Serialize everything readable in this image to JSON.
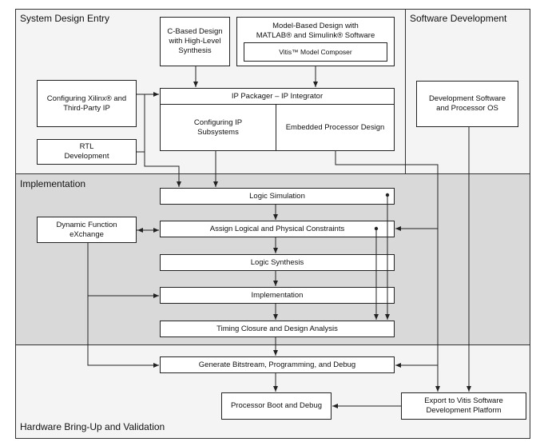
{
  "regions": {
    "system_design_entry": "System Design Entry",
    "software_development": "Software Development",
    "implementation": "Implementation",
    "hardware_bringup": "Hardware Bring-Up and Validation"
  },
  "boxes": {
    "c_based": "C-Based Design\nwith High-Level\nSynthesis",
    "model_based": "Model-Based Design with\nMATLAB® and Simulink® Software",
    "vitis_model_composer": "Vitis™ Model Composer",
    "configuring_xilinx": "Configuring Xilinx® and\nThird-Party IP",
    "rtl_development": "RTL\nDevelopment",
    "ip_packager": "IP Packager – IP Integrator",
    "configuring_ip_subsystems": "Configuring IP\nSubsystems",
    "embedded_processor_design": "Embedded Processor Design",
    "dev_software": "Development Software\nand Processor OS",
    "logic_simulation": "Logic Simulation",
    "dfx": "Dynamic Function\neXchange",
    "assign_constraints": "Assign Logical and Physical Constraints",
    "logic_synthesis": "Logic Synthesis",
    "implementation_step": "Implementation",
    "timing_closure": "Timing Closure and Design Analysis",
    "generate_bitstream": "Generate Bitstream, Programming, and Debug",
    "processor_boot": "Processor Boot and Debug",
    "export_vitis": "Export to Vitis Software\nDevelopment Platform"
  },
  "colors": {
    "white_region": "#f4f4f4",
    "gray_region": "#d9d9d9",
    "line": "#222222"
  }
}
